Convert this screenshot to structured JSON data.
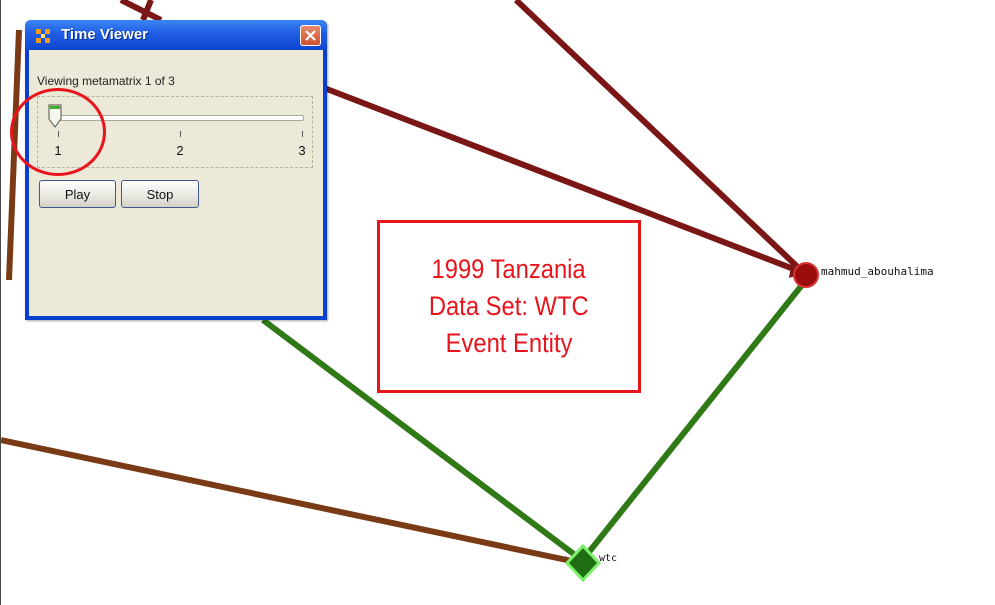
{
  "window": {
    "title": "Time Viewer",
    "app_icon": "grid-dots-icon",
    "close_icon": "close-icon",
    "status_text": "Viewing metamatrix 1 of 3"
  },
  "slider": {
    "min": 1,
    "max": 3,
    "value": 1,
    "tick_labels": [
      "1",
      "2",
      "3"
    ]
  },
  "buttons": {
    "play_label": "Play",
    "stop_label": "Stop"
  },
  "annotation": {
    "lines": [
      "1999 Tanzania",
      "Data Set: WTC",
      "Event Entity"
    ],
    "color": "#e8141c"
  },
  "network": {
    "nodes": [
      {
        "label": "mahmud_abouhalima",
        "shape": "circle",
        "color": "#9b0d0d"
      },
      {
        "label": "wtc",
        "shape": "diamond",
        "color": "#1f6e14"
      }
    ],
    "edge_colors": {
      "maroon": "#7a1616",
      "brown": "#7a3a16",
      "green": "#2f7a17"
    }
  }
}
